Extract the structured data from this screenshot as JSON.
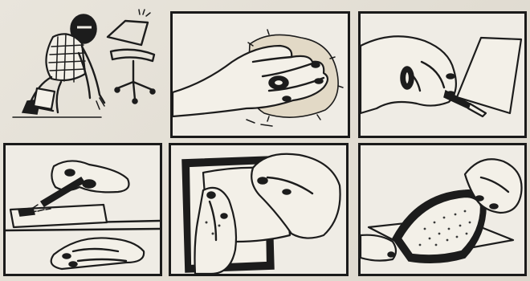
{
  "figure": {
    "panels": [
      {
        "id": 1,
        "icon": "burglar-crouching-icon"
      },
      {
        "id": 2,
        "icon": "hand-pressing-fabric-icon"
      },
      {
        "id": 3,
        "icon": "hand-cutting-card-icon"
      },
      {
        "id": 4,
        "icon": "hand-using-tool-icon"
      },
      {
        "id": 5,
        "icon": "hands-peeling-sheet-icon"
      },
      {
        "id": 6,
        "icon": "hand-lifting-print-icon"
      }
    ]
  }
}
